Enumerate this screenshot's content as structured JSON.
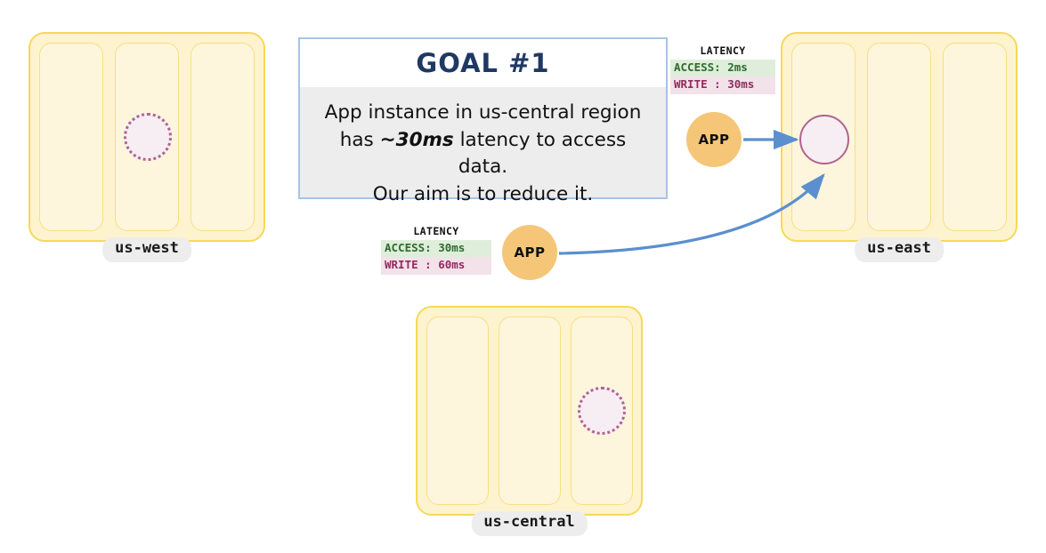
{
  "goal": {
    "title": "GOAL  #1",
    "body_line1": "App instance in us-central region",
    "body_line2_pre": "has ",
    "body_line2_em": "~30ms",
    "body_line2_post": " latency to access data.",
    "body_line3": "Our aim is to reduce it.",
    "border_color": "#a8c4e4",
    "header_bg": "#ffffff",
    "body_bg": "#ededed",
    "title_color": "#1f3864"
  },
  "regions": [
    {
      "id": "us-west",
      "label": "us-west",
      "zones": 3,
      "db_zone_index": 1,
      "db_style": "dotted"
    },
    {
      "id": "us-east",
      "label": "us-east",
      "zones": 3,
      "db_zone_index": 0,
      "db_style": "solid"
    },
    {
      "id": "us-central",
      "label": "us-central",
      "zones": 3,
      "db_zone_index": 2,
      "db_style": "dotted"
    }
  ],
  "latency_cards": [
    {
      "id": "us-east-latency",
      "title": "LATENCY",
      "access_label": "ACCESS:",
      "access_value": "2ms",
      "access_text": "ACCESS: 2ms",
      "write_label": "WRITE :",
      "write_value": "30ms",
      "write_text": "WRITE : 30ms",
      "access_bg": "#dfeeda",
      "write_bg": "#f3e2ea"
    },
    {
      "id": "us-central-latency",
      "title": "LATENCY",
      "access_label": "ACCESS:",
      "access_value": "30ms",
      "access_text": "ACCESS: 30ms",
      "write_label": "WRITE :",
      "write_value": "60ms",
      "write_text": "WRITE : 60ms",
      "access_bg": "#dfeeda",
      "write_bg": "#f3e2ea"
    }
  ],
  "app_nodes": [
    {
      "id": "app-us-east",
      "label": "APP"
    },
    {
      "id": "app-us-central",
      "label": "APP"
    }
  ],
  "colors": {
    "region_fill": "#fdf3cf",
    "region_border": "#f5d95b",
    "zone_fill": "#fdf6dc",
    "zone_border": "#f7df86",
    "db_fill": "#f6eef3",
    "db_border": "#b0648f",
    "app_fill": "#f5c678",
    "arrow": "#5b8fcf",
    "label_pill_bg": "#ededed"
  },
  "connectors": [
    {
      "id": "arrow-app-east-to-db-east",
      "kind": "straight"
    },
    {
      "id": "arrow-app-central-to-db-east",
      "kind": "curved"
    }
  ]
}
